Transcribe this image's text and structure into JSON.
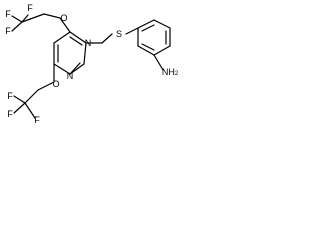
{
  "molecule": {
    "atoms": {
      "f1": "F",
      "f2": "F",
      "f3": "F",
      "o_top": "O",
      "n_top": "N",
      "n_bottom": "N",
      "o_bottom": "O",
      "f4": "F",
      "f5": "F",
      "f6": "F",
      "s": "S",
      "nh2_n": "NH",
      "nh2_sub": "2"
    }
  }
}
